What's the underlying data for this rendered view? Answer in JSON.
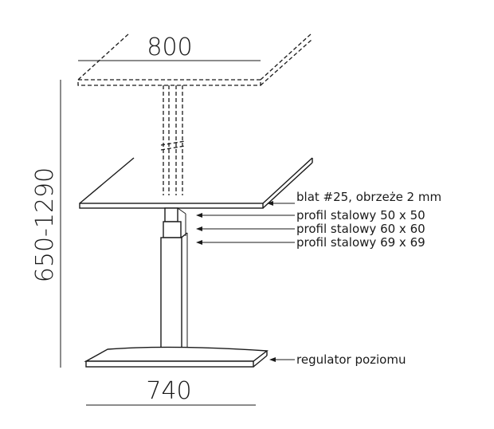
{
  "dimensions": {
    "top_width": "800",
    "height_range": "650-1290",
    "base_width": "740"
  },
  "labels": {
    "top": "blat #25, obrzeże 2 mm",
    "profile_50": "profil stalowy 50 x 50",
    "profile_60": "profil stalowy 60 x 60",
    "profile_69": "profil stalowy 69 x 69",
    "leveler": "regulator poziomu"
  }
}
